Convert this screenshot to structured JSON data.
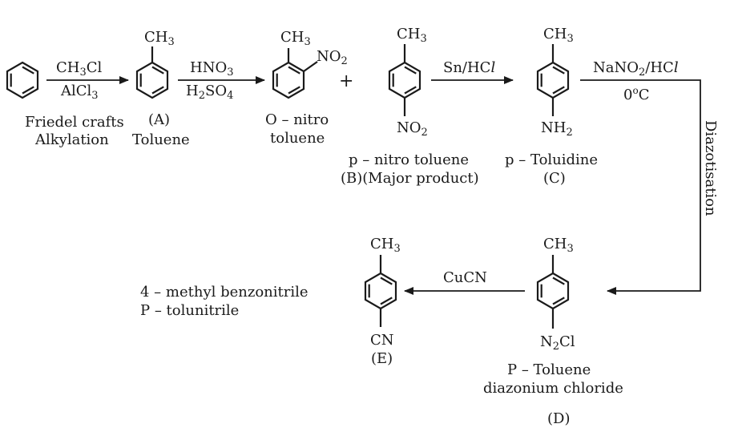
{
  "reagents": {
    "step1_top": "CH3Cl",
    "step1_bottom": "AlCl3",
    "step2_top": "HNO3",
    "step2_bottom": "H2SO4",
    "step3_top": "Sn/HCl",
    "step4_top": "NaNO2/HCl",
    "step4_bottom": "0°C",
    "step4_vertical": "Diazotisation",
    "step5_top": "CuCN"
  },
  "labels": {
    "friedel_line1": "Friedel crafts",
    "friedel_line2": "Alkylation",
    "toluene_letter": "(A)",
    "toluene_name": "Toluene",
    "ortho_line1": "O – nitro",
    "ortho_line2": "toluene",
    "plus": "+",
    "para_name": "p – nitro toluene",
    "para_letter": "(B)(Major product)",
    "toluidine_name": "p – Toluidine",
    "toluidine_letter": "(C)",
    "diazonium_line1": "P – Toluene",
    "diazonium_line2": "diazonium chloride",
    "diazonium_letter": "(D)",
    "nitrile_letter": "(E)",
    "nitrile_name1": "4 – methyl benzonitrile",
    "nitrile_name2": "P – tolunitrile"
  },
  "groups": {
    "methyl": "CH3",
    "nitro": "NO2",
    "amino": "NH2",
    "diazo": "N2Cl",
    "cyano": "CN"
  }
}
